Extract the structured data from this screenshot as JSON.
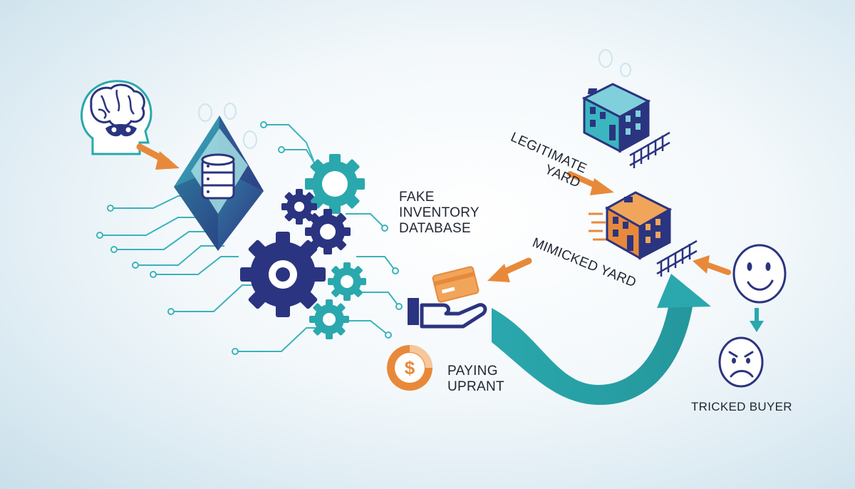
{
  "labels": {
    "fake_inventory": [
      "FAKE",
      "INVENTORY",
      "DATABASE"
    ],
    "legitimate_yard": [
      "LEGITIMATE",
      "YARD"
    ],
    "mimicked_yard": "MIMICKED YARD",
    "paying": [
      "PAYING",
      "UPRANT"
    ],
    "tricked_buyer": "TRICKED BUYER"
  },
  "icons": {
    "scammer": "head-brain-mask-icon",
    "database": "crystal-database-icon",
    "gears": "gears-icon",
    "legit_building": "building-icon",
    "mimic_building": "building-copy-icon",
    "payment": "hand-card-icon",
    "coin": "dollar-coin-icon",
    "happy": "happy-face-icon",
    "sad": "sad-face-icon"
  },
  "colors": {
    "navy": "#2b3480",
    "teal": "#2aa8ad",
    "orange": "#e8893a",
    "light_teal": "#9fd8df",
    "text": "#1f2533"
  }
}
